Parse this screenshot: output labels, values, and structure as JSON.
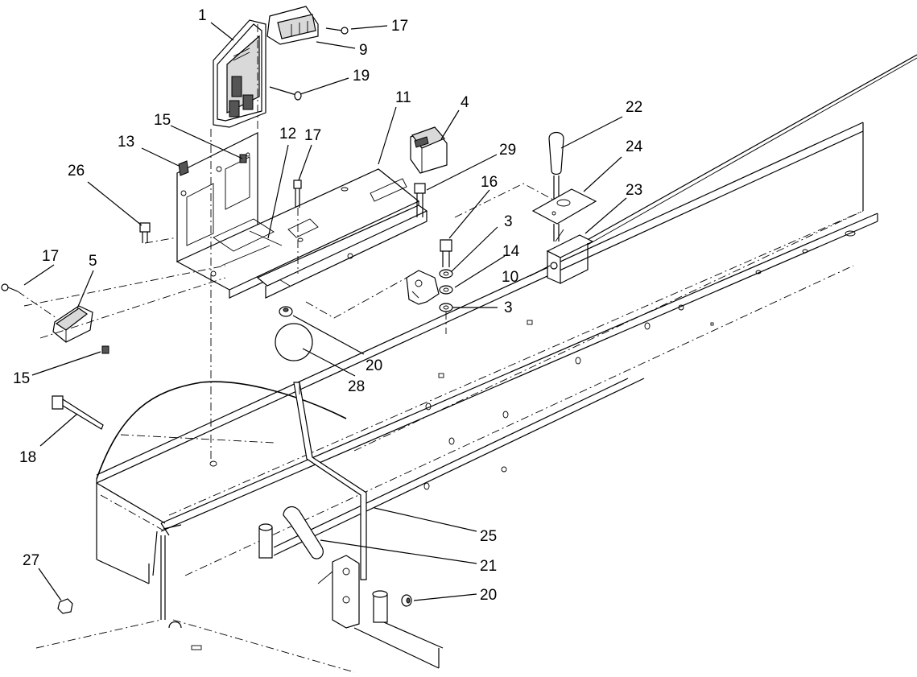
{
  "callouts": {
    "c1": "1",
    "c17a": "17",
    "c9": "9",
    "c19": "19",
    "c11": "11",
    "c4": "4",
    "c22": "22",
    "c24": "24",
    "c23": "23",
    "c15a": "15",
    "c13": "13",
    "c12": "12",
    "c17b": "17",
    "c29": "29",
    "c16": "16",
    "c26": "26",
    "c3a": "3",
    "c14": "14",
    "c10": "10",
    "c3b": "3",
    "c17c": "17",
    "c5": "5",
    "c20a": "20",
    "c28": "28",
    "c15b": "15",
    "c18": "18",
    "c25": "25",
    "c21": "21",
    "c20b": "20",
    "c27": "27"
  }
}
